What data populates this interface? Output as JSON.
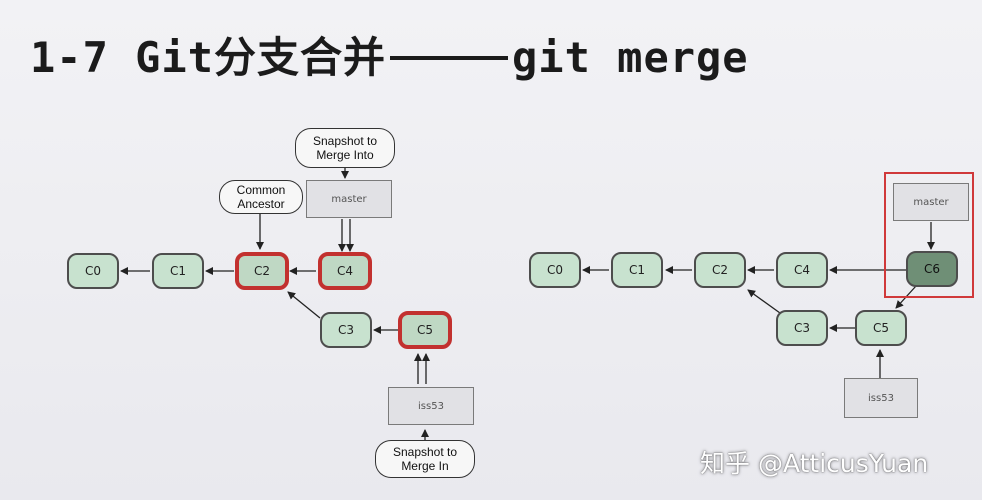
{
  "title": {
    "prefix": "1-7 Git分支合并",
    "suffix": "git merge"
  },
  "left_diagram": {
    "commits": {
      "c0": "C0",
      "c1": "C1",
      "c2": "C2",
      "c4": "C4",
      "c3": "C3",
      "c5": "C5"
    },
    "refs": {
      "master": "master",
      "iss53": "iss53"
    },
    "callouts": {
      "snapshot_into": "Snapshot to\nMerge Into",
      "common_ancestor": "Common\nAncestor",
      "snapshot_in": "Snapshot to\nMerge In"
    }
  },
  "right_diagram": {
    "commits": {
      "c0": "C0",
      "c1": "C1",
      "c2": "C2",
      "c4": "C4",
      "c3": "C3",
      "c5": "C5",
      "c6": "C6"
    },
    "refs": {
      "master": "master",
      "iss53": "iss53"
    }
  },
  "watermark": "知乎 @AtticusYuan",
  "colors": {
    "commit_fill": "#c8e2cf",
    "merge_commit_fill": "#6f8f76",
    "highlight_border": "#c2312f",
    "ref_fill": "#e1e1e5"
  }
}
